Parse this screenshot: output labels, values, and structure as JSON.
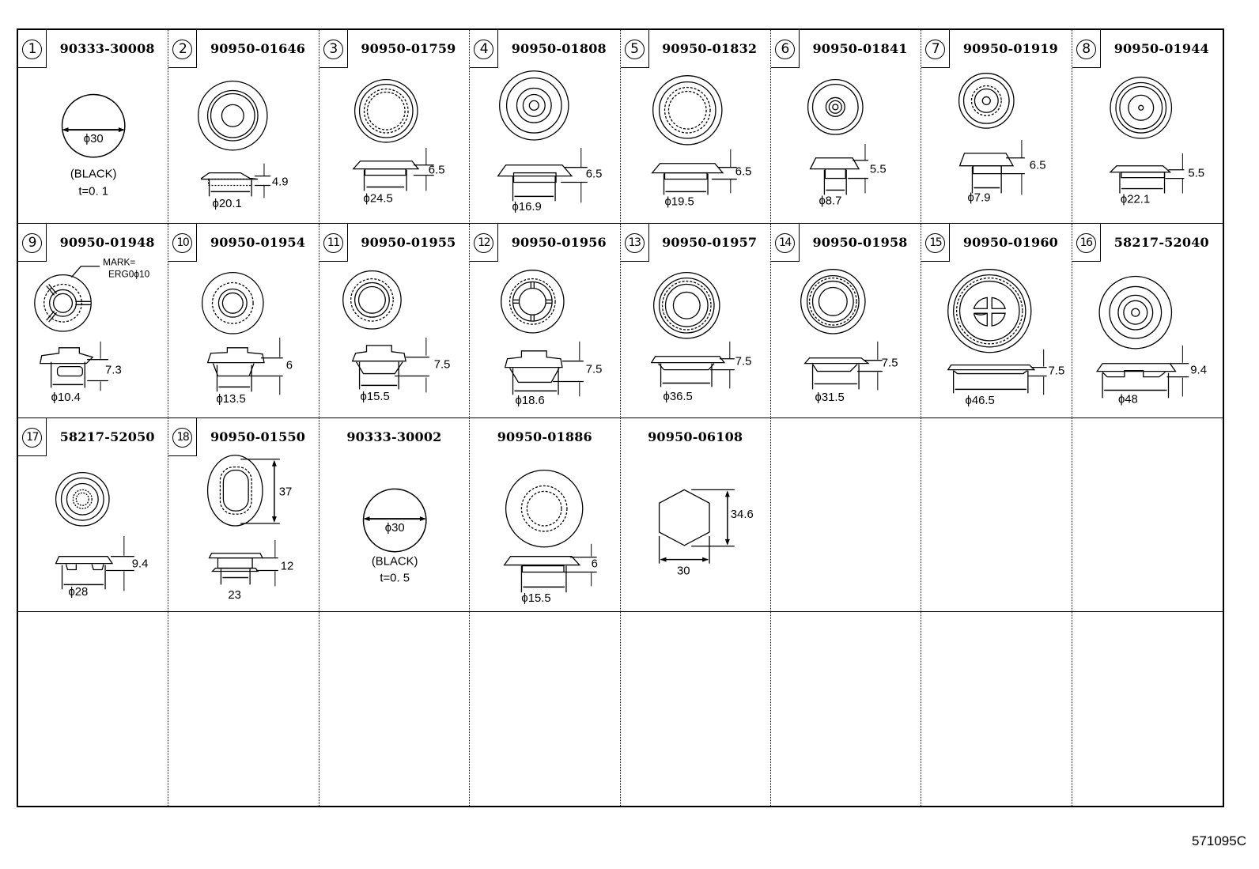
{
  "diagram_code": "571095C",
  "grid": {
    "columns": 8,
    "rows": 4
  },
  "parts": [
    {
      "index": "1",
      "part_number": "90333-30008",
      "type": "disc",
      "dims": {
        "dia": "ϕ30",
        "note1": "(BLACK)",
        "note2": "t=0. 1"
      }
    },
    {
      "index": "2",
      "part_number": "90950-01646",
      "type": "grommet",
      "dims": {
        "h": "4.9",
        "dia": "ϕ20.1"
      }
    },
    {
      "index": "3",
      "part_number": "90950-01759",
      "type": "grommet",
      "dims": {
        "h": "6.5",
        "dia": "ϕ24.5"
      }
    },
    {
      "index": "4",
      "part_number": "90950-01808",
      "type": "grommet",
      "dims": {
        "h": "6.5",
        "dia": "ϕ16.9"
      }
    },
    {
      "index": "5",
      "part_number": "90950-01832",
      "type": "grommet",
      "dims": {
        "h": "6.5",
        "dia": "ϕ19.5"
      }
    },
    {
      "index": "6",
      "part_number": "90950-01841",
      "type": "grommet",
      "dims": {
        "h": "5.5",
        "dia": "ϕ8.7"
      }
    },
    {
      "index": "7",
      "part_number": "90950-01919",
      "type": "grommet",
      "dims": {
        "h": "6.5",
        "dia": "ϕ7.9"
      }
    },
    {
      "index": "8",
      "part_number": "90950-01944",
      "type": "grommet",
      "dims": {
        "h": "5.5",
        "dia": "ϕ22.1"
      }
    },
    {
      "index": "9",
      "part_number": "90950-01948",
      "type": "grommet",
      "dims": {
        "h": "7.3",
        "dia": "ϕ10.4",
        "mark1": "MARK=",
        "mark2": "ERG0ϕ10"
      }
    },
    {
      "index": "10",
      "part_number": "90950-01954",
      "type": "grommet",
      "dims": {
        "h": "6",
        "dia": "ϕ13.5"
      }
    },
    {
      "index": "11",
      "part_number": "90950-01955",
      "type": "grommet",
      "dims": {
        "h": "7.5",
        "dia": "ϕ15.5"
      }
    },
    {
      "index": "12",
      "part_number": "90950-01956",
      "type": "grommet",
      "dims": {
        "h": "7.5",
        "dia": "ϕ18.6"
      }
    },
    {
      "index": "13",
      "part_number": "90950-01957",
      "type": "grommet",
      "dims": {
        "h": "7.5",
        "dia": "ϕ36.5"
      }
    },
    {
      "index": "14",
      "part_number": "90950-01958",
      "type": "grommet",
      "dims": {
        "h": "7.5",
        "dia": "ϕ31.5"
      }
    },
    {
      "index": "15",
      "part_number": "90950-01960",
      "type": "grommet",
      "dims": {
        "h": "7.5",
        "dia": "ϕ46.5"
      }
    },
    {
      "index": "16",
      "part_number": "58217-52040",
      "type": "grommet",
      "dims": {
        "h": "9.4",
        "dia": "ϕ48"
      }
    },
    {
      "index": "17",
      "part_number": "58217-52050",
      "type": "grommet",
      "dims": {
        "h": "9.4",
        "dia": "ϕ28"
      }
    },
    {
      "index": "18",
      "part_number": "90950-01550",
      "type": "oval",
      "dims": {
        "len": "37",
        "h": "12",
        "w": "23"
      }
    },
    {
      "index": "",
      "part_number": "90333-30002",
      "type": "disc",
      "dims": {
        "dia": "ϕ30",
        "note1": "(BLACK)",
        "note2": "t=0. 5"
      }
    },
    {
      "index": "",
      "part_number": "90950-01886",
      "type": "grommet",
      "dims": {
        "h": "6",
        "dia": "ϕ15.5"
      }
    },
    {
      "index": "",
      "part_number": "90950-06108",
      "type": "hex",
      "dims": {
        "across_corners": "34.6",
        "across_flats": "30"
      }
    }
  ]
}
